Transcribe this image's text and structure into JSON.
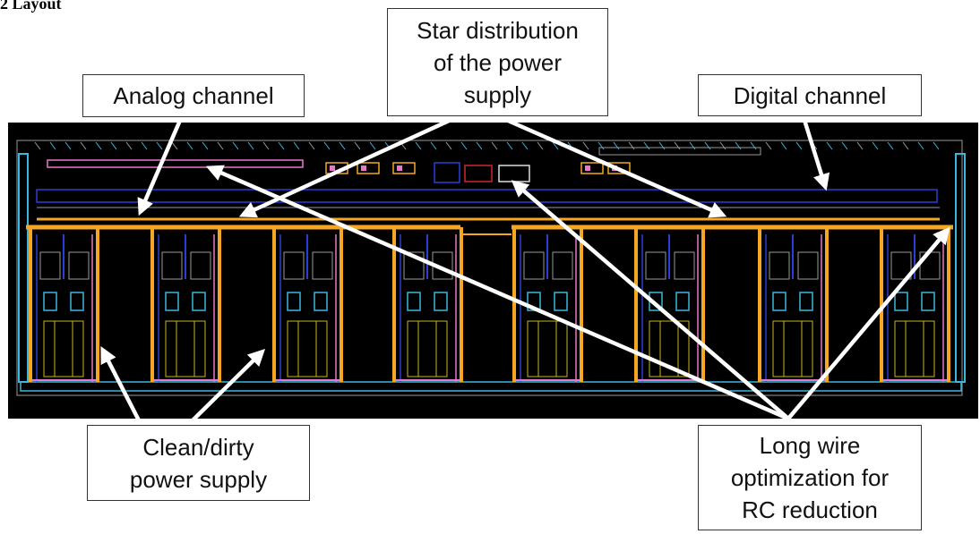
{
  "header": {
    "fragment": "2 Layout"
  },
  "annotations": {
    "star": [
      "Star distribution",
      "of the power",
      "supply"
    ],
    "analog": "Analog channel",
    "digital": "Digital channel",
    "clean": [
      "Clean/dirty",
      "power supply"
    ],
    "long": [
      "Long wire",
      "optimization for",
      "RC reduction"
    ]
  },
  "colors": {
    "die": "#000000",
    "power_rail": "#f5a623",
    "metal_blue": "#2a3fd6",
    "metal_pink": "#e879c8",
    "metal_cyan": "#3ab7e0",
    "metal_yellow": "#c9b61c",
    "gray": "#9a9a9a",
    "arrow": "#ffffff"
  }
}
